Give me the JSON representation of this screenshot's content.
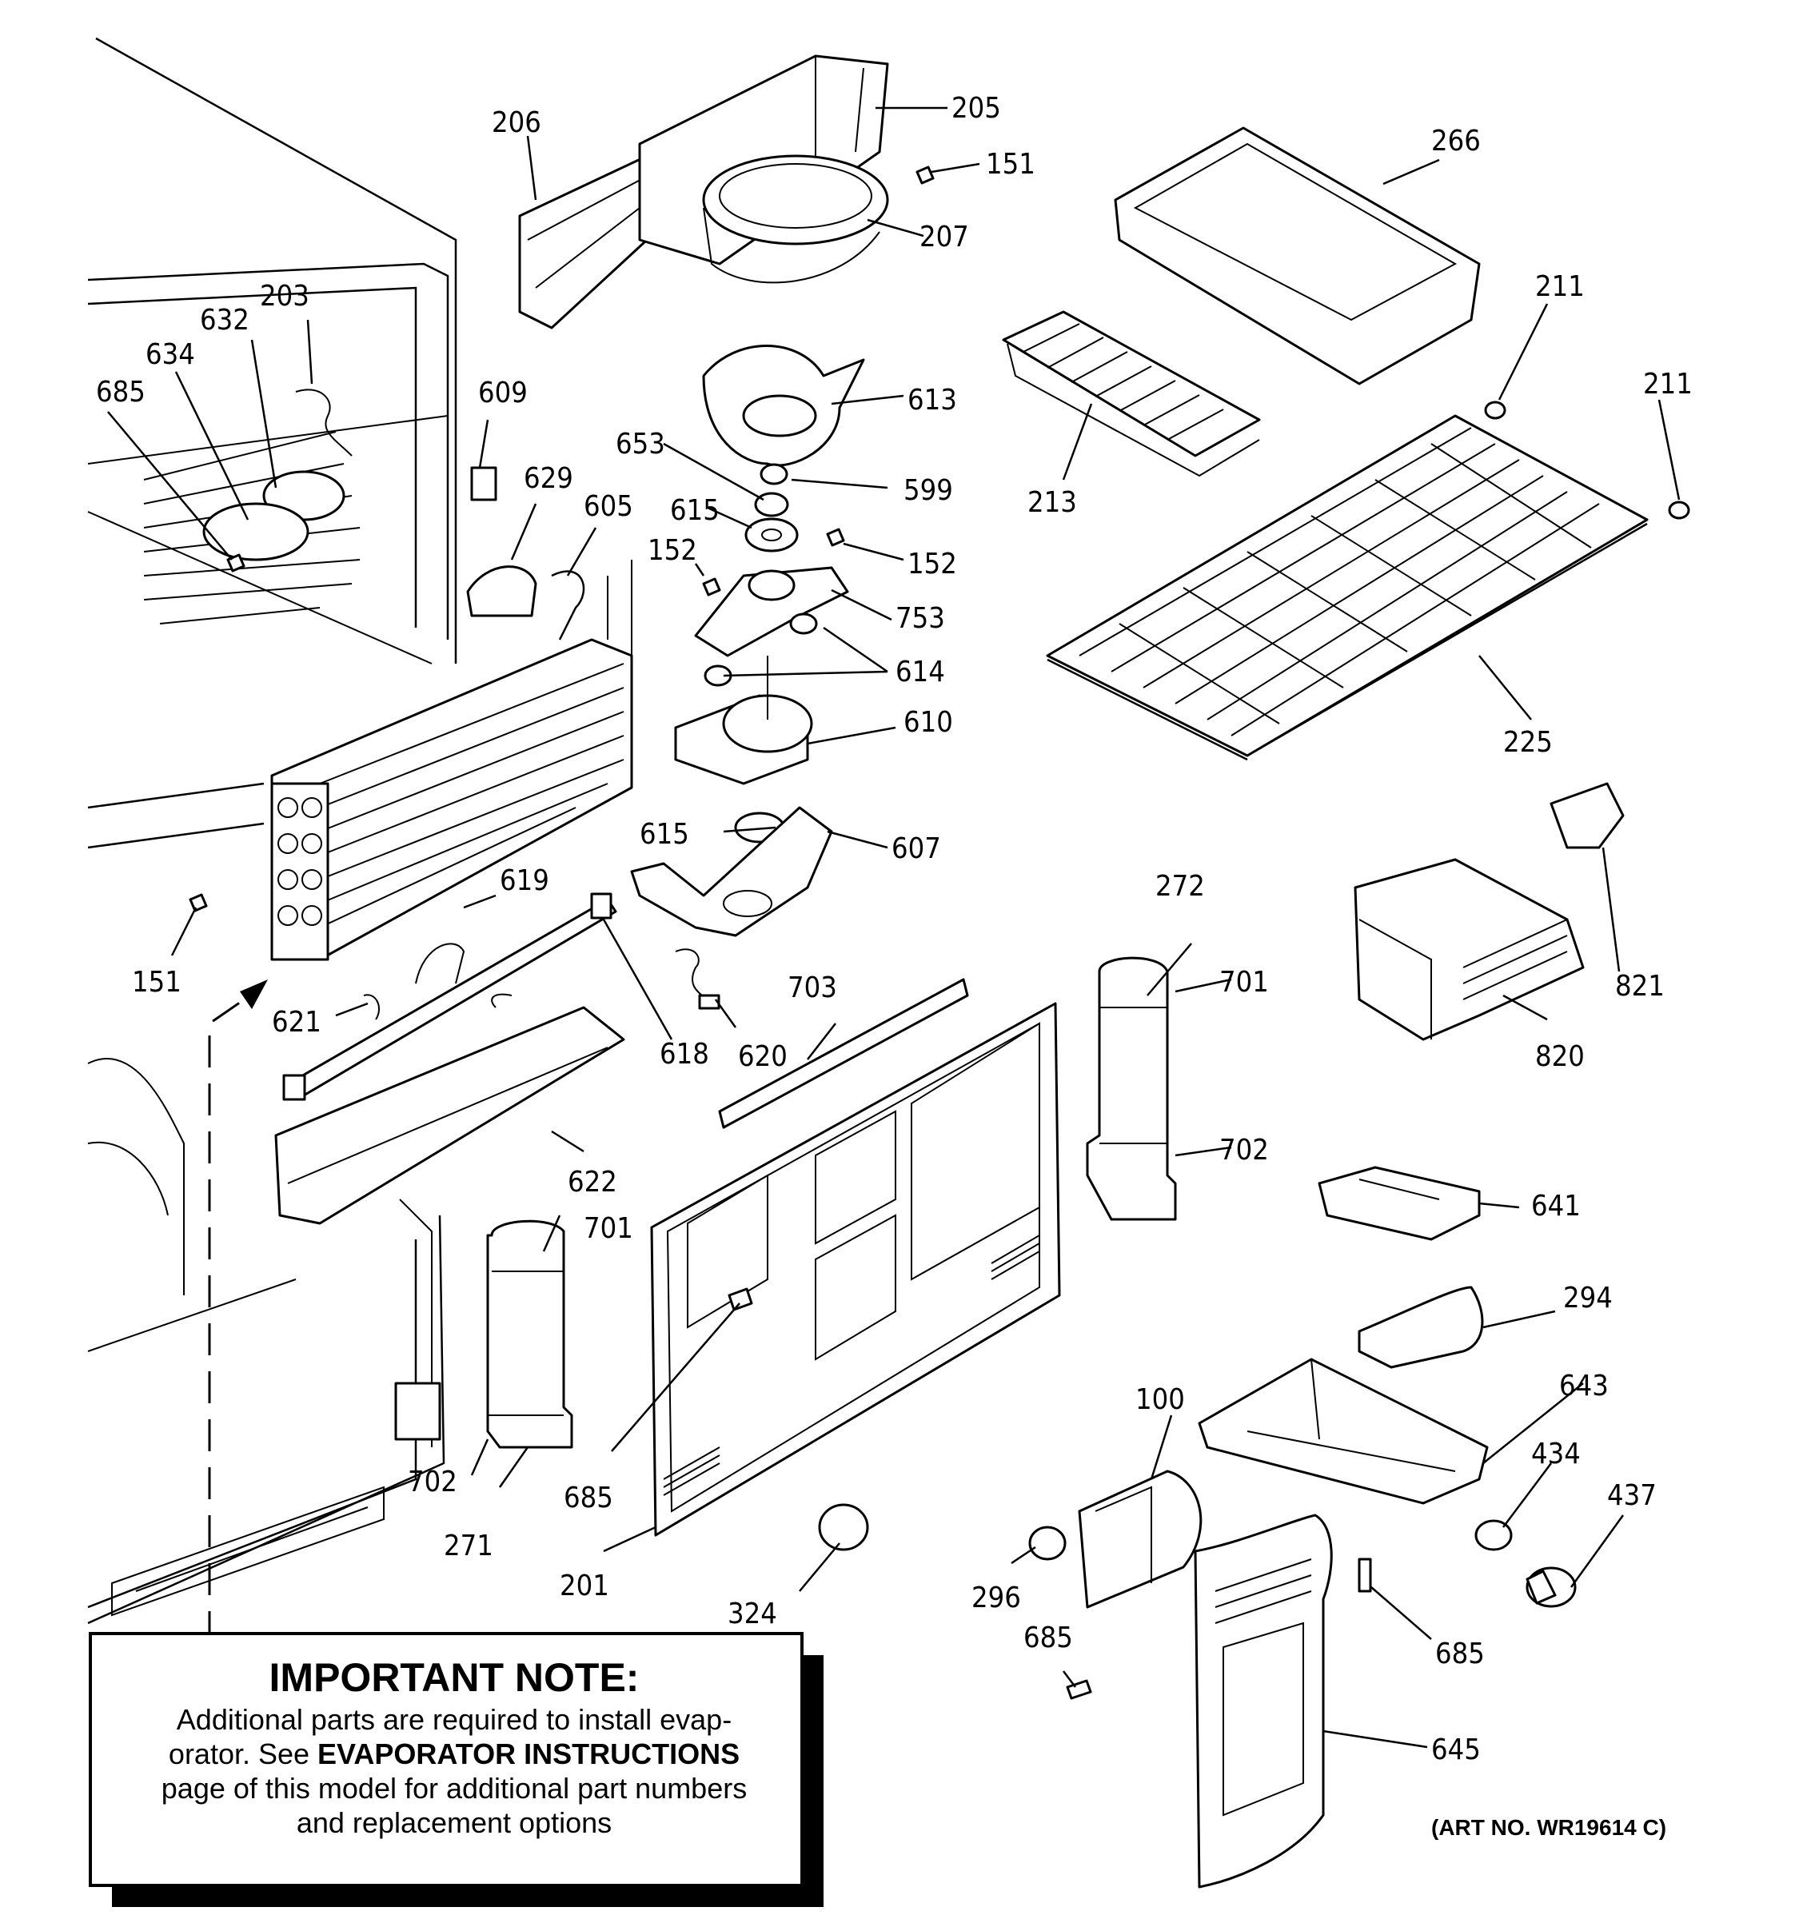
{
  "labels": {
    "p205": "205",
    "p206": "206",
    "p207": "207",
    "p151a": "151",
    "p266": "266",
    "p203": "203",
    "p632": "632",
    "p634": "634",
    "p685a": "685",
    "p609": "609",
    "p629": "629",
    "p605": "605",
    "p613": "613",
    "p653": "653",
    "p599": "599",
    "p615a": "615",
    "p152a": "152",
    "p152b": "152",
    "p753": "753",
    "p614": "614",
    "p610": "610",
    "p615b": "615",
    "p607": "607",
    "p213": "213",
    "p211a": "211",
    "p211b": "211",
    "p225": "225",
    "p151b": "151",
    "p619": "619",
    "p621": "621",
    "p618": "618",
    "p620": "620",
    "p622": "622",
    "p703": "703",
    "p272": "272",
    "p701a": "701",
    "p702a": "702",
    "p821": "821",
    "p820": "820",
    "p641": "641",
    "p294": "294",
    "p643": "643",
    "p701b": "701",
    "p702b": "702",
    "p271": "271",
    "p685b": "685",
    "p201": "201",
    "p324": "324",
    "p100": "100",
    "p434": "434",
    "p437": "437",
    "p296": "296",
    "p685c": "685",
    "p685d": "685",
    "p645": "645"
  },
  "note": {
    "title": "IMPORTANT NOTE:",
    "line1": "Additional parts are required to install evap-",
    "line2_pre": "orator.  See ",
    "line2_bold": "EVAPORATOR INSTRUCTIONS",
    "line3": "page of this model for additional part numbers",
    "line4": "and replacement options"
  },
  "art_number": "(ART NO. WR19614 C)"
}
